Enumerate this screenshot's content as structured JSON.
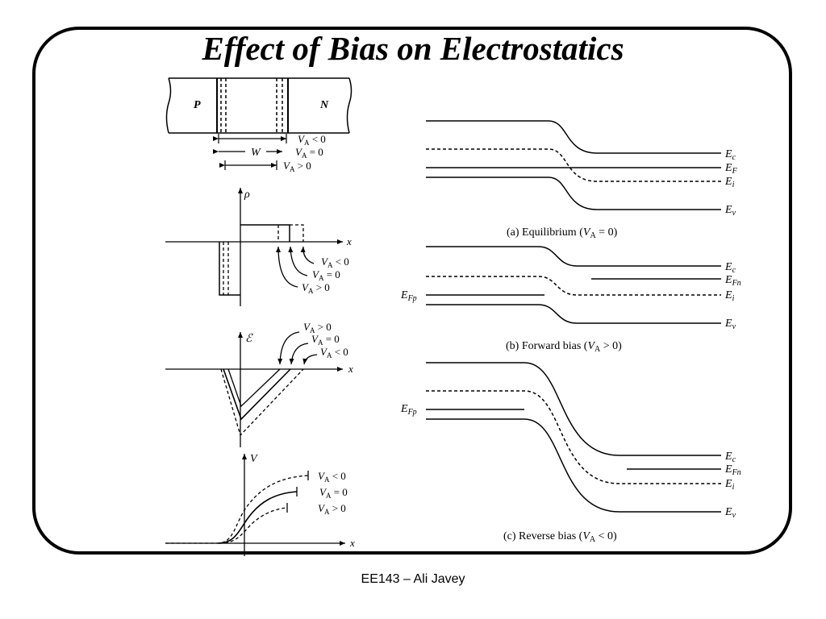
{
  "slide": {
    "title": "Effect of Bias on Electrostatics",
    "footer": "EE143 – Ali Javey"
  },
  "junction": {
    "p_label": "P",
    "n_label": "N",
    "w_label": "W",
    "bias_reverse": "Vₐ < 0",
    "bias_zero": "Vₐ = 0",
    "bias_forward": "Vₐ > 0"
  },
  "plots": {
    "charge_axis": "ρ",
    "field_axis": "ℰ",
    "potential_axis": "V",
    "x_axis": "x"
  },
  "band_labels": {
    "ec": "E",
    "ec_sub": "c",
    "ef": "E",
    "ef_sub": "F",
    "ei": "E",
    "ei_sub": "i",
    "ev": "E",
    "ev_sub": "v",
    "efn": "E",
    "efn_sub": "Fn",
    "efp": "E",
    "efp_sub": "Fp"
  },
  "captions": {
    "equilibrium_prefix": "(a) Equilibrium (",
    "equilibrium_suffix": " = 0)",
    "forward_prefix": "(b) Forward bias (",
    "forward_suffix": " > 0)",
    "reverse_prefix": "(c) Reverse bias (",
    "reverse_suffix": " < 0)",
    "va": "V",
    "va_sub": "A"
  },
  "bias": {
    "reverse": " < 0",
    "zero": " = 0",
    "forward": " > 0",
    "v": "V",
    "v_sub": "A"
  }
}
